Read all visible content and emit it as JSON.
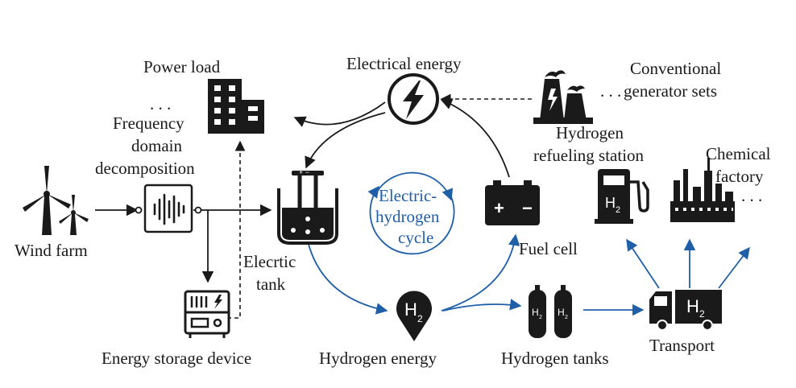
{
  "labels": {
    "wind_farm": "Wind farm",
    "power_load": "Power load",
    "ellipsis_power_load": ". . .",
    "freq_line1": "Frequency",
    "freq_line2": "domain",
    "freq_line3": "decomposition",
    "electrical_energy": "Electrical energy",
    "conventional_line1": "Conventional",
    "conventional_line2": "generator sets",
    "conventional_dots": ". . .",
    "h2_station_line1": "Hydrogen",
    "h2_station_line2": "refueling station",
    "chemical_line1": "Chemical",
    "chemical_line2": "factory",
    "chemical_dots": ". . .",
    "cycle_line1": "Electric-",
    "cycle_line2": "hydrogen",
    "cycle_line3": "cycle",
    "electric_tank_line1": "Elecrtic",
    "electric_tank_line2": "tank",
    "fuel_cell": "Fuel cell",
    "energy_storage": "Energy storage device",
    "hydrogen_energy": "Hydrogen energy",
    "hydrogen_tanks": "Hydrogen tanks",
    "transport": "Transport",
    "h2_symbol": "H",
    "h2_sub": "2",
    "battery_plus": "+",
    "battery_minus": "−"
  },
  "colors": {
    "ink": "#1a1a1a",
    "blue": "#1f5fa8"
  },
  "icons": {
    "wind_turbine": "wind-turbine-icon",
    "building": "building-icon",
    "signal_box": "frequency-filter-icon",
    "lightning": "lightning-icon",
    "factory": "power-plant-icon",
    "fuel_pump": "fuel-pump-icon",
    "chemical_plant": "chemical-factory-icon",
    "electrolyzer": "electrolyzer-icon",
    "battery": "battery-icon",
    "server": "energy-storage-icon",
    "hydrogen_pin": "hydrogen-pin-icon",
    "gas_cylinders": "gas-cylinder-icon",
    "truck": "truck-icon"
  }
}
